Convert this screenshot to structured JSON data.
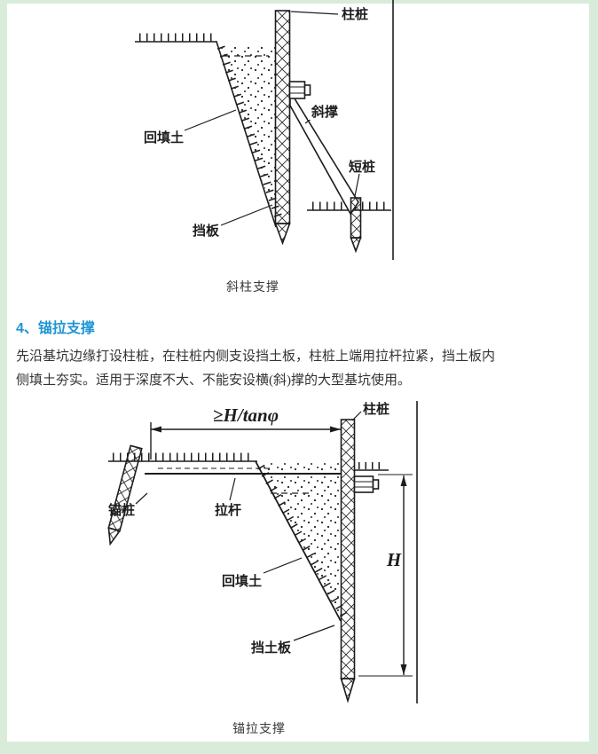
{
  "colors": {
    "accent": "#1f95d4",
    "page_border": "#d8ecd9",
    "ink": "#1d1d1d",
    "text": "#333333"
  },
  "figure1": {
    "caption": "斜柱支撑",
    "labels": {
      "column_pile": "柱桩",
      "backfill": "回填土",
      "brace": "斜撑",
      "short_pile": "短桩",
      "board": "挡板"
    }
  },
  "section": {
    "heading": "4、锚拉支撑",
    "paragraph_lines": [
      "先沿基坑边缘打设柱桩，在柱桩内侧支设挡土板，柱桩上端用拉杆拉紧，挡土板内",
      "侧填土夯实。适用于深度不大、不能安设横(斜)撑的大型基坑使用。"
    ]
  },
  "figure2": {
    "caption": "锚拉支撑",
    "dim_top": "≥H/tanφ",
    "dim_h": "H",
    "labels": {
      "column_pile": "柱桩",
      "anchor_pile": "锚桩",
      "tie_rod": "拉杆",
      "backfill": "回填土",
      "plank": "挡土板"
    }
  }
}
